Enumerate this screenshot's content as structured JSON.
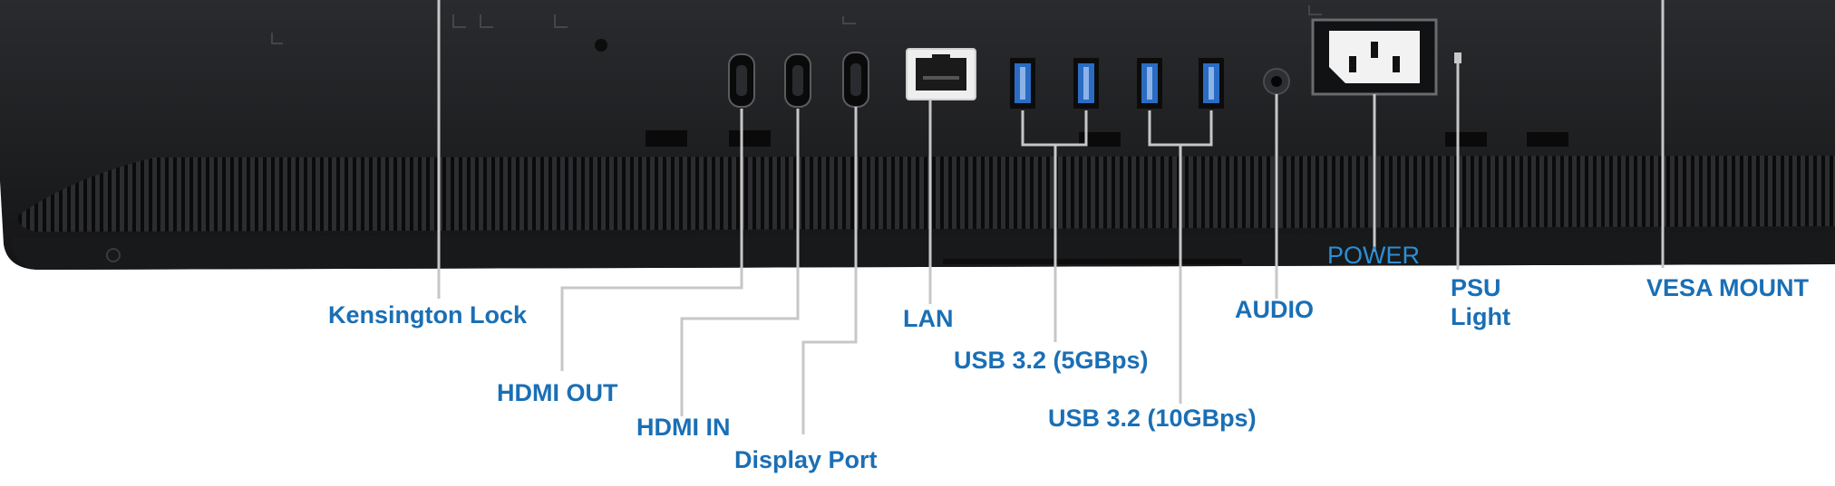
{
  "diagram": {
    "labels": {
      "kensington": "Kensington Lock",
      "hdmi_out": "HDMI OUT",
      "hdmi_in": "HDMI IN",
      "display_port": "Display Port",
      "lan": "LAN",
      "usb_5": "USB 3.2 (5GBps)",
      "usb_10": "USB 3.2 (10GBps)",
      "audio": "AUDIO",
      "power": "POWER",
      "psu_light_line1": "PSU",
      "psu_light_line2": "Light",
      "vesa": "VESA MOUNT"
    },
    "colors": {
      "label_blue": "#1a6fb5",
      "power_blue": "#2b8fd6",
      "chassis": "#1f2022",
      "vent": "#0c0c0d",
      "port_blue": "#2a6cc4",
      "leader_line": "#c7c7c7"
    }
  }
}
